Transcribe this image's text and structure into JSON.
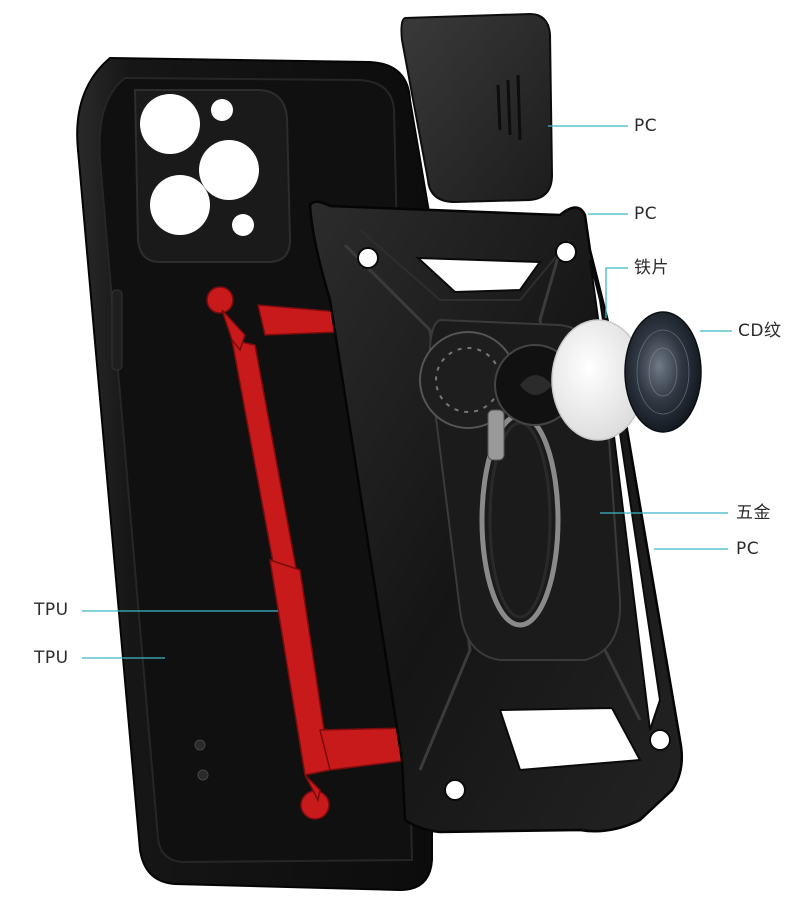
{
  "callouts": {
    "camera_slider": "PC",
    "slider_track": "PC",
    "iron_plate": "铁片",
    "cd_pattern": "CD纹",
    "hardware": "五金",
    "frame": "PC",
    "inner_tpu": "TPU",
    "outer_tpu": "TPU"
  },
  "colors": {
    "background": "#ffffff",
    "case_black": "#141414",
    "red_insert": "#c8191b",
    "leader_line": "#3fb7c6",
    "label_text": "#2b2b2b",
    "cd_disc": "#2e3440"
  }
}
